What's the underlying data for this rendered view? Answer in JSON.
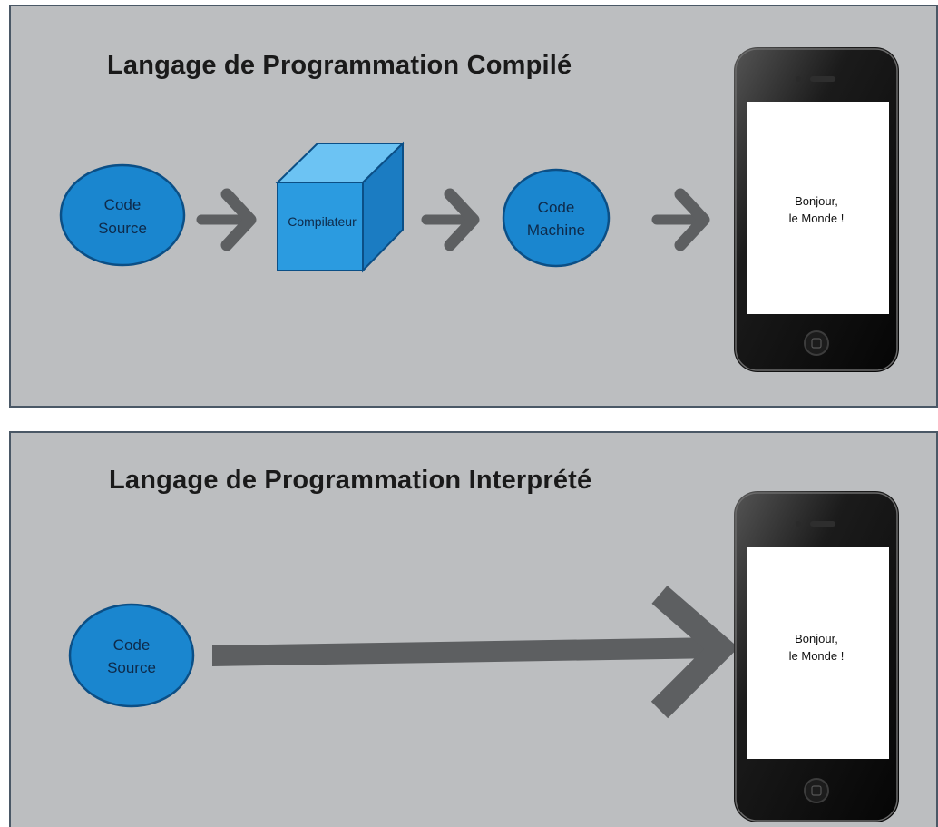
{
  "colors": {
    "panel_bg": "#bcbec0",
    "panel_border": "#4a5866",
    "node_fill": "#1a86cf",
    "node_stroke": "#0b4f86",
    "cube_front": "#2b9be0",
    "cube_top": "#6cc3f3",
    "cube_side": "#1b7cc2",
    "arrow": "#5d5f61",
    "phone_body": "#121212"
  },
  "icons": [
    "arrow-right-icon",
    "smartphone-icon",
    "cube-icon"
  ],
  "compiled": {
    "title": "Langage de Programmation Compilé",
    "source_label": [
      "Code",
      "Source"
    ],
    "compiler_label": "Compilateur",
    "machine_label": [
      "Code",
      "Machine"
    ],
    "phone_text": [
      "Bonjour,",
      "le Monde !"
    ]
  },
  "interpreted": {
    "title": "Langage de Programmation Interprété",
    "source_label": [
      "Code",
      "Source"
    ],
    "phone_text": [
      "Bonjour,",
      "le Monde !"
    ]
  }
}
